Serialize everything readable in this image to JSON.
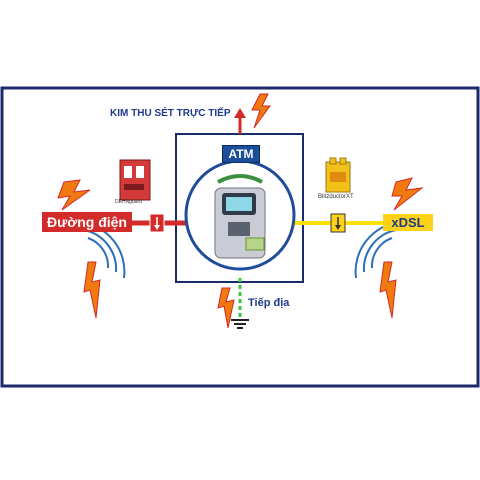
{
  "labels": {
    "lightning_rod": "KIM THU SÉT TRỰC TIẾP",
    "atm": "ATM",
    "power_line": "Đường điện",
    "xdsl": "xDSL",
    "ground": "Tiếp địa",
    "power_protector": "DEHNguard",
    "signal_protector": "BlitzductorXT"
  },
  "colors": {
    "frame": "#1b2a6b",
    "power_line": "#d32a2a",
    "signal_line": "#ffe000",
    "ground_line": "#3cc83c",
    "lightning": "#f07a10",
    "waves": "#2f6fb5"
  }
}
